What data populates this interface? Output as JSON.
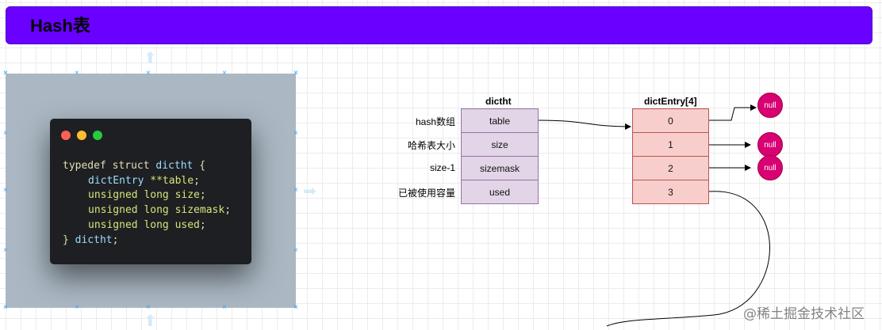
{
  "header": {
    "title": "Hash表",
    "color": "#6a00ff"
  },
  "code_window": {
    "lines": [
      {
        "kw": "typedef struct",
        "name": "dictht",
        "tail": " {"
      },
      {
        "type": "dictEntry",
        "field": "**table",
        "tail": ";"
      },
      {
        "type": "unsigned long",
        "field": "size",
        "tail": ";"
      },
      {
        "type": "unsigned long",
        "field": "sizemask",
        "tail": ";"
      },
      {
        "type": "unsigned long",
        "field": "used",
        "tail": ";"
      },
      {
        "kw": "}",
        "name": "dictht",
        "tail": ";"
      }
    ]
  },
  "dictht": {
    "title": "dictht",
    "rows": [
      {
        "label": "hash数组",
        "cell": "table"
      },
      {
        "label": "哈希表大小",
        "cell": "size"
      },
      {
        "label": "size-1",
        "cell": "sizemask"
      },
      {
        "label": "已被使用容量",
        "cell": "used"
      }
    ],
    "fill": "#e1d5e7",
    "stroke": "#9673a6"
  },
  "dict_entry": {
    "title": "dictEntry[4]",
    "cells": [
      "0",
      "1",
      "2",
      "3"
    ],
    "fill": "#f8cecc",
    "stroke": "#b85450"
  },
  "null_nodes": [
    "null",
    "null",
    "null"
  ],
  "null_color": "#d80073",
  "watermark": "@稀土掘金技术社区"
}
